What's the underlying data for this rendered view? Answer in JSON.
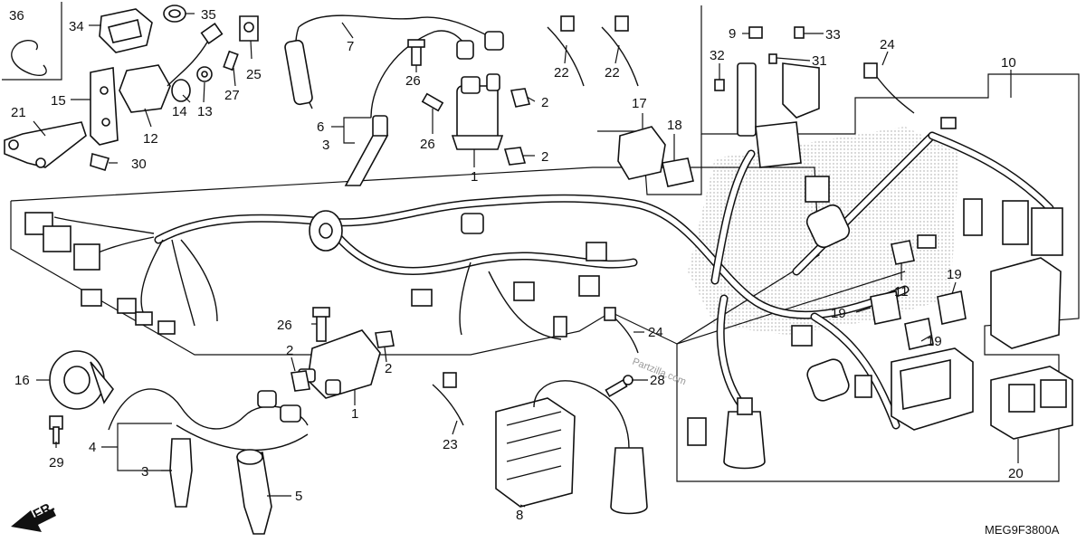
{
  "diagram": {
    "code": "MEG9F3800A",
    "watermark": "Partzilla.com",
    "direction": "FR.",
    "callouts": [
      {
        "id": "c36",
        "text": "36"
      },
      {
        "id": "c34",
        "text": "34"
      },
      {
        "id": "c35",
        "text": "35"
      },
      {
        "id": "c7",
        "text": "7"
      },
      {
        "id": "c22a",
        "text": "22"
      },
      {
        "id": "c22b",
        "text": "22"
      },
      {
        "id": "c9",
        "text": "9"
      },
      {
        "id": "c33",
        "text": "33"
      },
      {
        "id": "c24a",
        "text": "24"
      },
      {
        "id": "c10",
        "text": "10"
      },
      {
        "id": "c25",
        "text": "25"
      },
      {
        "id": "c32",
        "text": "32"
      },
      {
        "id": "c31",
        "text": "31"
      },
      {
        "id": "c26a",
        "text": "26"
      },
      {
        "id": "c27",
        "text": "27"
      },
      {
        "id": "c15",
        "text": "15"
      },
      {
        "id": "c14",
        "text": "14"
      },
      {
        "id": "c13",
        "text": "13"
      },
      {
        "id": "c2a",
        "text": "2"
      },
      {
        "id": "c6",
        "text": "6"
      },
      {
        "id": "c21",
        "text": "21"
      },
      {
        "id": "c12",
        "text": "12"
      },
      {
        "id": "c17",
        "text": "17"
      },
      {
        "id": "c18",
        "text": "18"
      },
      {
        "id": "c26b",
        "text": "26"
      },
      {
        "id": "c3a",
        "text": "3"
      },
      {
        "id": "c30",
        "text": "30"
      },
      {
        "id": "c2b",
        "text": "2"
      },
      {
        "id": "c1a",
        "text": "1"
      },
      {
        "id": "c11",
        "text": "11"
      },
      {
        "id": "c19a",
        "text": "19"
      },
      {
        "id": "c19b",
        "text": "19"
      },
      {
        "id": "c19c",
        "text": "19"
      },
      {
        "id": "c26c",
        "text": "26"
      },
      {
        "id": "c24b",
        "text": "24"
      },
      {
        "id": "c2c",
        "text": "2"
      },
      {
        "id": "c2d",
        "text": "2"
      },
      {
        "id": "c16",
        "text": "16"
      },
      {
        "id": "c28",
        "text": "28"
      },
      {
        "id": "c1b",
        "text": "1"
      },
      {
        "id": "c4",
        "text": "4"
      },
      {
        "id": "c23",
        "text": "23"
      },
      {
        "id": "c29",
        "text": "29"
      },
      {
        "id": "c3b",
        "text": "3"
      },
      {
        "id": "c20",
        "text": "20"
      },
      {
        "id": "c5",
        "text": "5"
      },
      {
        "id": "c8",
        "text": "8"
      }
    ]
  }
}
